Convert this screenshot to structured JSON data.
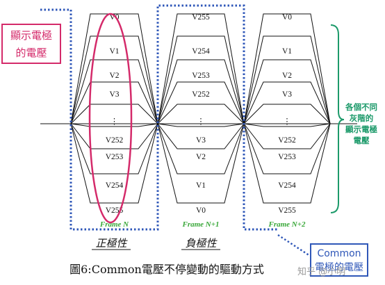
{
  "frames": [
    {
      "label": "Frame N",
      "levels": [
        "V0",
        "V1",
        "V2",
        "V3",
        "⋮",
        "V252",
        "V253",
        "V254",
        "V255"
      ]
    },
    {
      "label": "Frame N+1",
      "levels": [
        "V255",
        "V254",
        "V253",
        "V252",
        "⋮",
        "V3",
        "V2",
        "V1",
        "V0"
      ]
    },
    {
      "label": "Frame N+2",
      "levels": [
        "V0",
        "V1",
        "V2",
        "V3",
        "⋮",
        "V252",
        "V253",
        "V254",
        "V255"
      ]
    }
  ],
  "polarity": {
    "positive": "正極性",
    "negative": "負極性"
  },
  "callouts": {
    "display_voltage_lines": [
      "顯示電極",
      "的電壓"
    ],
    "gray_levels_lines": [
      "各個不同",
      "灰階的",
      "顯示電極",
      "電壓"
    ],
    "common_lines": [
      "Common",
      "電極的電壓"
    ]
  },
  "caption": "圖6:Common電壓不停變動的驅動方式",
  "watermark": "知乎 @小明",
  "colors": {
    "waveform": "#111111",
    "common_dotted": "#2f57b8",
    "display_ellipse": "#d42a6a",
    "frame_label": "#3aa83a",
    "brace": "#1c9a6a"
  }
}
